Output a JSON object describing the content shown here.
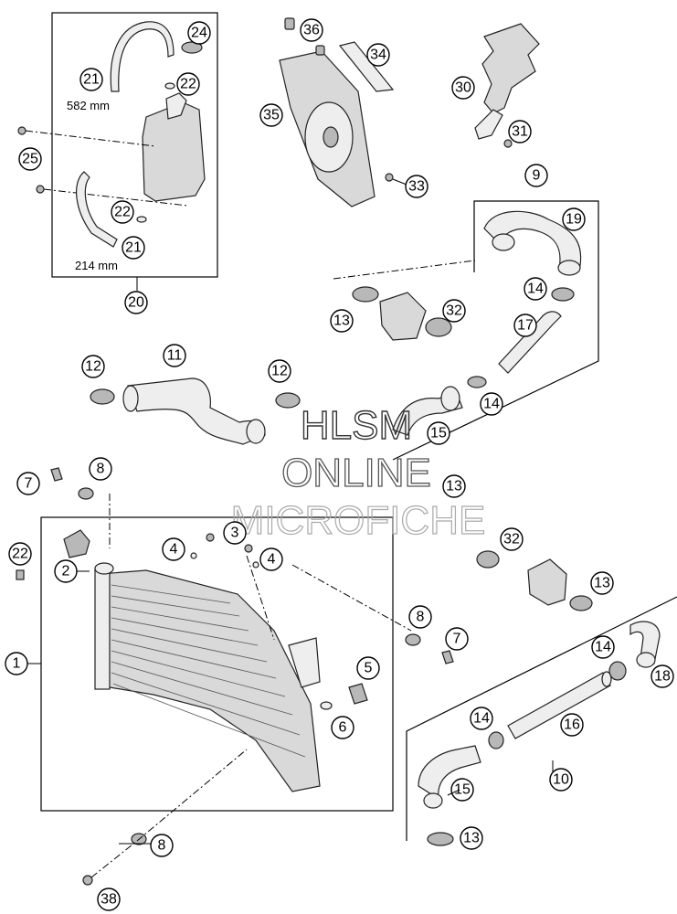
{
  "callouts": [
    {
      "label": "24"
    },
    {
      "label": "21"
    },
    {
      "label": "22"
    },
    {
      "label": "25"
    },
    {
      "label": "22"
    },
    {
      "label": "21"
    },
    {
      "label": "20"
    },
    {
      "label": "36"
    },
    {
      "label": "34"
    },
    {
      "label": "35"
    },
    {
      "label": "33"
    },
    {
      "label": "30"
    },
    {
      "label": "31"
    },
    {
      "label": "9"
    },
    {
      "label": "19"
    },
    {
      "label": "13"
    },
    {
      "label": "32"
    },
    {
      "label": "14"
    },
    {
      "label": "17"
    },
    {
      "label": "12"
    },
    {
      "label": "11"
    },
    {
      "label": "12"
    },
    {
      "label": "14"
    },
    {
      "label": "15"
    },
    {
      "label": "7"
    },
    {
      "label": "8"
    },
    {
      "label": "13"
    },
    {
      "label": "22"
    },
    {
      "label": "2"
    },
    {
      "label": "3"
    },
    {
      "label": "4"
    },
    {
      "label": "4"
    },
    {
      "label": "32"
    },
    {
      "label": "13"
    },
    {
      "label": "1"
    },
    {
      "label": "8"
    },
    {
      "label": "7"
    },
    {
      "label": "5"
    },
    {
      "label": "6"
    },
    {
      "label": "14"
    },
    {
      "label": "18"
    },
    {
      "label": "14"
    },
    {
      "label": "16"
    },
    {
      "label": "10"
    },
    {
      "label": "15"
    },
    {
      "label": "13"
    },
    {
      "label": "8"
    },
    {
      "label": "38"
    }
  ],
  "dimensions": {
    "hose_upper": "582 mm",
    "hose_lower": "214 mm"
  },
  "watermark": {
    "line1": "HLSM",
    "line2": "ONLINE",
    "line3": "MICROFICHE"
  }
}
